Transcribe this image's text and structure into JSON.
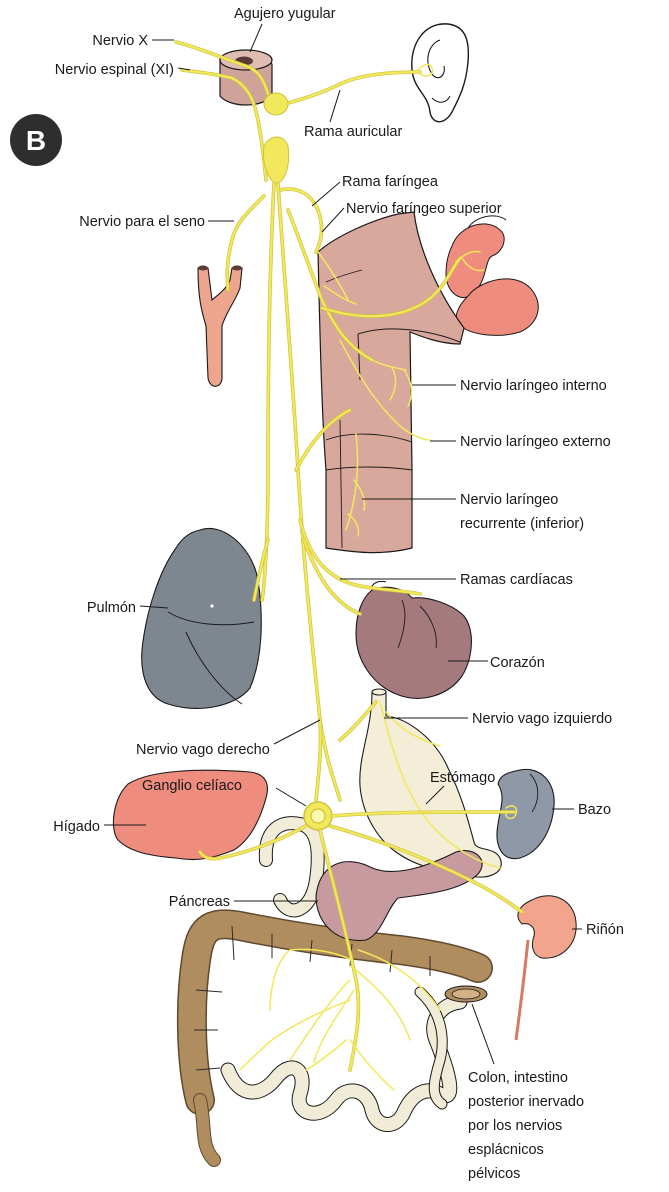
{
  "panel_label": "B",
  "labels": {
    "nervio_x": "Nervio X",
    "agujero_yugular": "Agujero yugular",
    "nervio_espinal": "Nervio espinal (XI)",
    "rama_auricular": "Rama auricular",
    "rama_faringea": "Rama faríngea",
    "nervio_faringeo_superior": "Nervio faríngeo superior",
    "nervio_para_el_seno": "Nervio para el seno",
    "nervio_laringeo_interno": "Nervio laríngeo interno",
    "nervio_laringeo_externo": "Nervio laríngeo externo",
    "nervio_laringeo_recurrente_1": "Nervio laríngeo",
    "nervio_laringeo_recurrente_2": "recurrente (inferior)",
    "ramas_cardiacas": "Ramas cardíacas",
    "pulmon": "Pulmón",
    "corazon": "Corazón",
    "nervio_vago_derecho": "Nervio vago derecho",
    "nervio_vago_izquierdo": "Nervio vago izquierdo",
    "ganglio_celiaco": "Ganglio celíaco",
    "estomago": "Estómago",
    "higado": "Hígado",
    "bazo": "Bazo",
    "pancreas": "Páncreas",
    "rinon": "Riñón",
    "colon_1": "Colon, intestino",
    "colon_2": "posterior inervado",
    "colon_3": "por los nervios",
    "colon_4": "esplácnicos",
    "colon_5": "pélvicos"
  },
  "colors": {
    "nerve": "#f2e85c",
    "larynx": "#d9a89c",
    "salivary_gland": "#ee8c7e",
    "lung": "#7e8690",
    "heart": "#a47a7e",
    "liver": "#ee8c7e",
    "stomach": "#f4eed8",
    "spleen": "#8f98a6",
    "pancreas": "#c79aa0",
    "kidney": "#f2a48c",
    "colon": "#b08d5f",
    "small_intestine": "#f1ecd8",
    "badge": "#2e2e2e"
  }
}
